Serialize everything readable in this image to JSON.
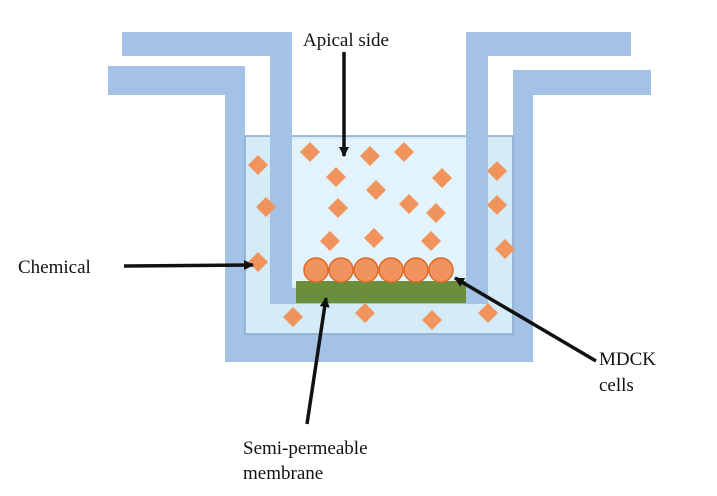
{
  "labels": {
    "apical_side": "Apical side",
    "chemical": "Chemical",
    "mdck_line1": "MDCK",
    "mdck_line2": "cells",
    "membrane_line1": "Semi-permeable",
    "membrane_line2": "membrane"
  },
  "colors": {
    "wall": "#a4c2e6",
    "liquid": "#d4ecf8",
    "liquid_outline": "#8aaac8",
    "chemical": "#f0935c",
    "cell": "#f0935c",
    "cell_outline": "#e06a28",
    "membrane": "#6b8e3a",
    "arrow": "#111111"
  },
  "icons": {
    "chemical_particle": "diamond",
    "mdck_cell": "circle"
  },
  "mdck_cell_count": 6
}
